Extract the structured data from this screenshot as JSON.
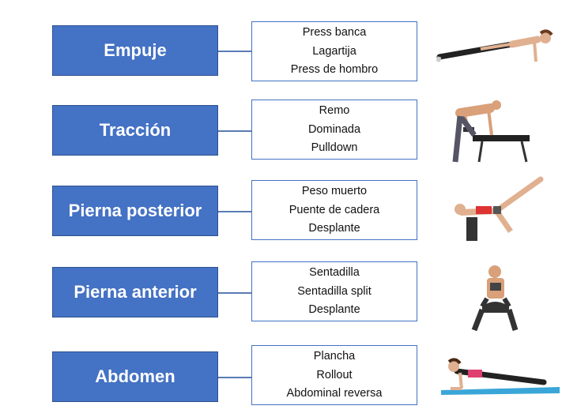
{
  "groups": [
    {
      "label": "Empuje",
      "exercises": [
        "Press banca",
        "Lagartija",
        "Press de hombro"
      ],
      "icon": "pushup-figure-icon"
    },
    {
      "label": "Tracción",
      "exercises": [
        "Remo",
        "Dominada",
        "Pulldown"
      ],
      "icon": "dumbbell-row-figure-icon"
    },
    {
      "label": "Pierna posterior",
      "exercises": [
        "Peso muerto",
        "Puente de cadera",
        "Desplante"
      ],
      "icon": "hip-bridge-figure-icon"
    },
    {
      "label": "Pierna anterior",
      "exercises": [
        "Sentadilla",
        "Sentadilla split",
        "Desplante"
      ],
      "icon": "goblet-squat-figure-icon"
    },
    {
      "label": "Abdomen",
      "exercises": [
        "Plancha",
        "Rollout",
        "Abdominal  reversa"
      ],
      "icon": "plank-figure-icon"
    }
  ],
  "colors": {
    "box_fill": "#4472c4",
    "box_border": "#2f528f",
    "list_border": "#4472c4",
    "connector": "#5b7bb5"
  }
}
